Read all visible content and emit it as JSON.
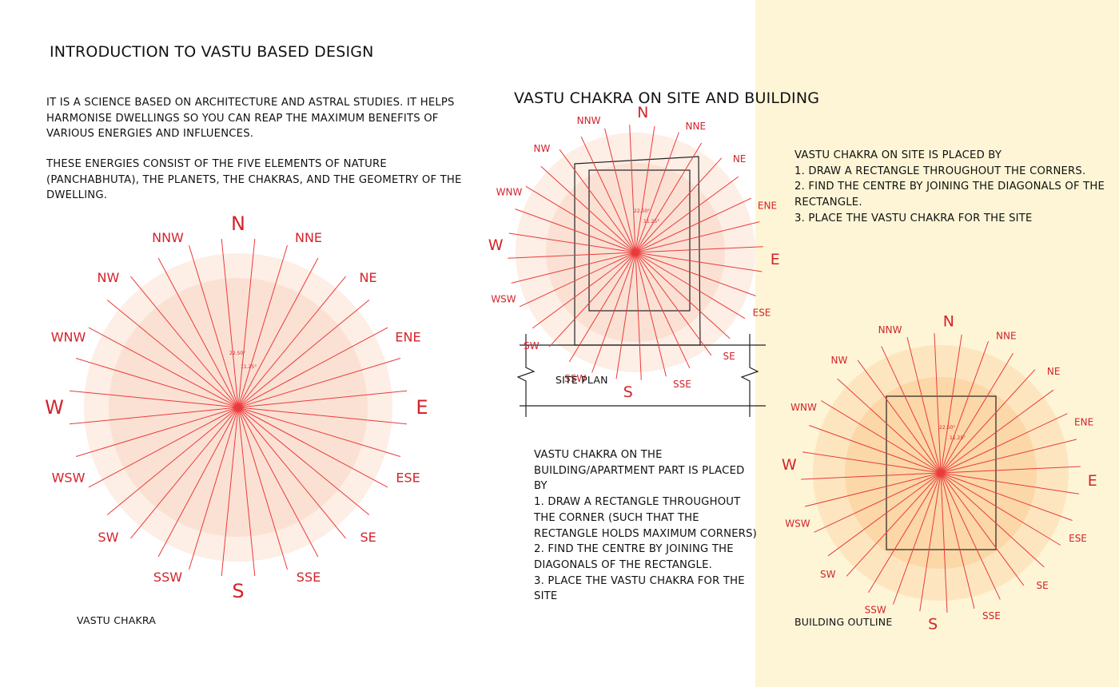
{
  "title": "INTRODUCTION TO VASTU BASED DESIGN",
  "intro": {
    "p1": "IT IS A SCIENCE BASED ON ARCHITECTURE AND ASTRAL STUDIES. IT HELPS HARMONISE DWELLINGS SO YOU CAN REAP THE MAXIMUM BENEFITS OF VARIOUS ENERGIES AND INFLUENCES.",
    "p2": "THESE ENERGIES CONSIST OF THE FIVE ELEMENTS OF NATURE (PANCHABHUTA), THE PLANETS, THE CHAKRAS, AND THE GEOMETRY OF THE DWELLING."
  },
  "section_title": "VASTU CHAKRA ON SITE AND BUILDING",
  "site_steps": [
    "VASTU CHAKRA ON SITE IS PLACED BY",
    "1. DRAW A RECTANGLE THROUGHOUT THE CORNERS.",
    "2. FIND THE CENTRE BY JOINING THE DIAGONALS OF THE RECTANGLE.",
    "3. PLACE THE VASTU CHAKRA FOR THE SITE"
  ],
  "building_steps": [
    "VASTU CHAKRA ON THE BUILDING/APARTMENT PART IS PLACED BY",
    "1. DRAW A RECTANGLE THROUGHOUT THE CORNER (SUCH THAT THE RECTANGLE HOLDS MAXIMUM CORNERS)",
    "2. FIND THE CENTRE BY JOINING THE DIAGONALS OF THE RECTANGLE.",
    "3. PLACE THE VASTU CHAKRA FOR THE SITE"
  ],
  "captions": {
    "chakra": "VASTU CHAKRA",
    "site": "SITE PLAN",
    "building": "BUILDING OUTLINE"
  },
  "directions": [
    "N",
    "NNE",
    "NE",
    "ENE",
    "E",
    "ESE",
    "SE",
    "SSE",
    "S",
    "SSW",
    "SW",
    "WSW",
    "W",
    "WNW",
    "NW",
    "NNW"
  ],
  "angle_labels": [
    "22.50°",
    "11.25°"
  ],
  "colors": {
    "accent_red": "#d3232b",
    "line_red": "#ea3a3a",
    "pink_outer": "#fdeee6",
    "pink_inner": "#fbe1d4",
    "orange_outer": "#fde6bf",
    "orange_inner": "#fcd7a8",
    "yellow_panel": "#fdf5d6",
    "outline": "#222222"
  }
}
